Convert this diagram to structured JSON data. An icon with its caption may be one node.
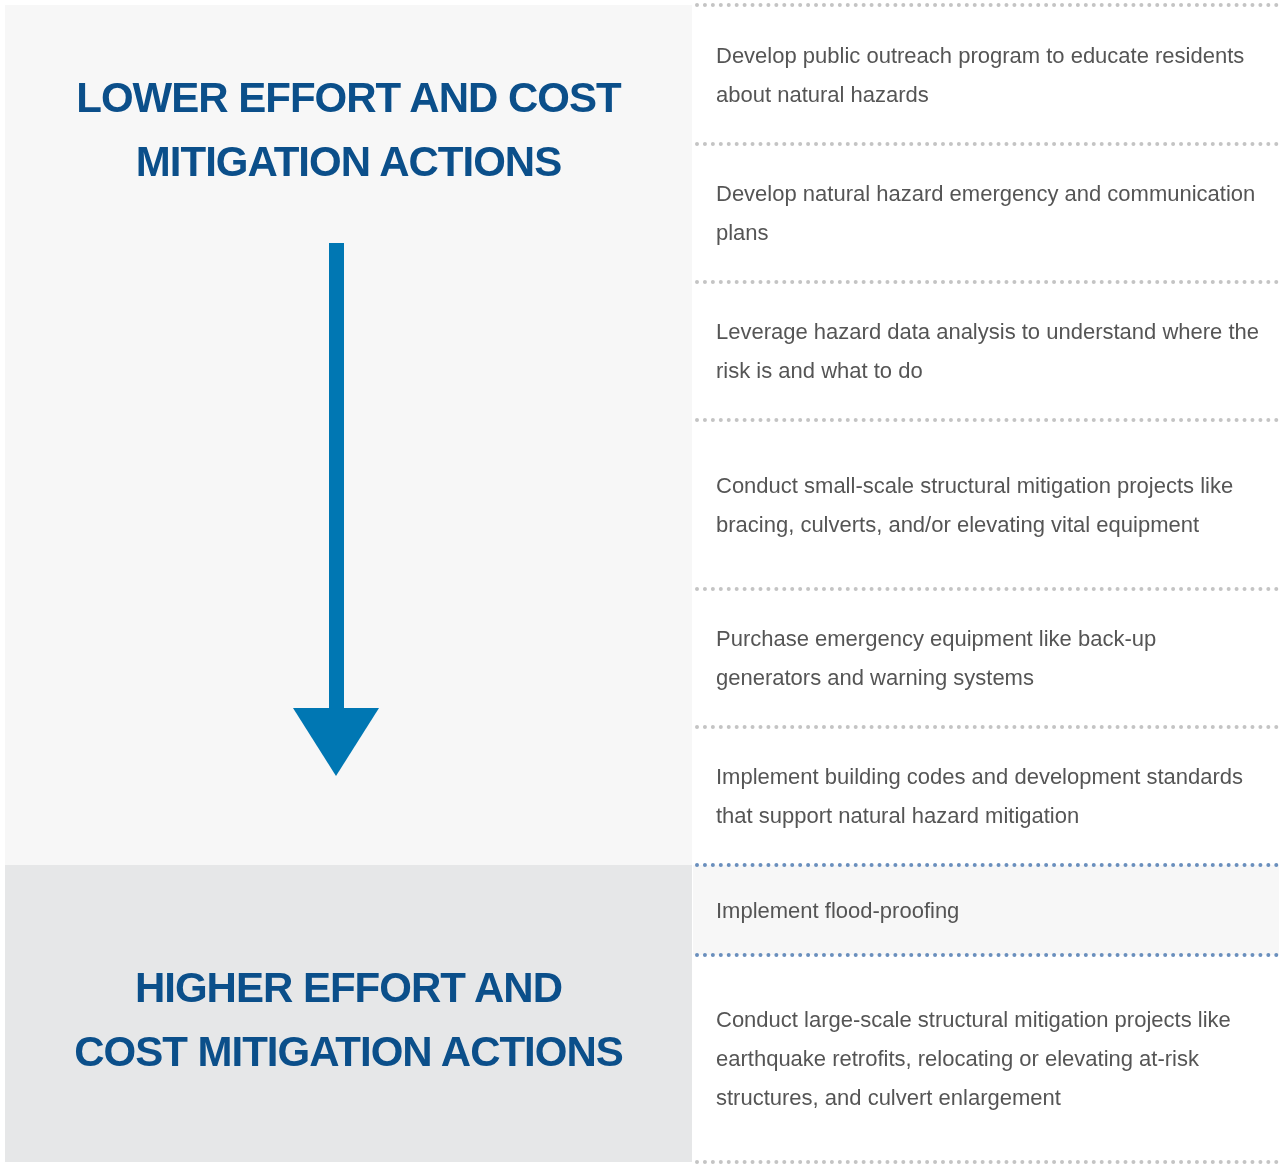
{
  "diagram": {
    "nodes": [
      {
        "text": [
          "LOWER EFFORT AND COST MITIGATION ACTIONS"
        ]
      },
      {
        "text": [
          "HIGHER EFFORT AND COST MITIGATION ACTIONS"
        ]
      },
      {
        "text": [
          "Develop public outreach program to educate residents about natural hazards"
        ]
      },
      {
        "text": [
          "Develop natural hazard emergency and communication plans"
        ]
      },
      {
        "text": [
          "Leverage hazard data analysis to understand where the risk is and what to do"
        ]
      },
      {
        "text": [
          "Conduct small-scale structural mitigation projects like bracing, culverts, and/or elevating vital equipment"
        ]
      },
      {
        "text": [
          "Purchase emergency equipment like back-up generators and warning systems"
        ]
      },
      {
        "text": [
          "Implement building codes and development standards that support natural hazard mitigation"
        ]
      },
      {
        "text": [
          "Implement flood-proofing"
        ]
      },
      {
        "text": [
          "Conduct large-scale structural mitigation projects like earthquake retrofits, relocating or elevating at-risk structures, and culvert enlargement"
        ]
      }
    ]
  }
}
